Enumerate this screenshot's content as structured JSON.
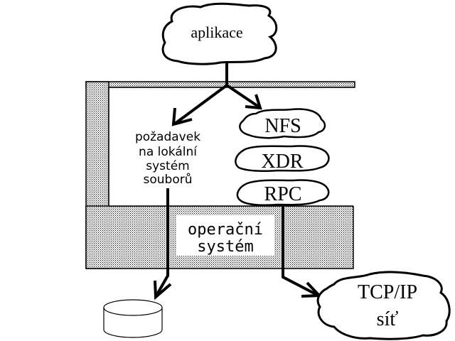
{
  "diagram": {
    "application": {
      "label": "aplikace"
    },
    "local_request": {
      "lines": [
        "požadavek",
        "na lokální",
        "systém",
        "souborů"
      ]
    },
    "protocol_stack": [
      {
        "label": "NFS"
      },
      {
        "label": "XDR"
      },
      {
        "label": "RPC"
      }
    ],
    "operating_system": {
      "lines": [
        "operační",
        "systém"
      ]
    },
    "network": {
      "lines": [
        "TCP/IP",
        "síť"
      ]
    },
    "disk": {
      "label": ""
    },
    "colors": {
      "stroke": "#000000",
      "background": "#ffffff",
      "hatch": "#000000"
    }
  }
}
